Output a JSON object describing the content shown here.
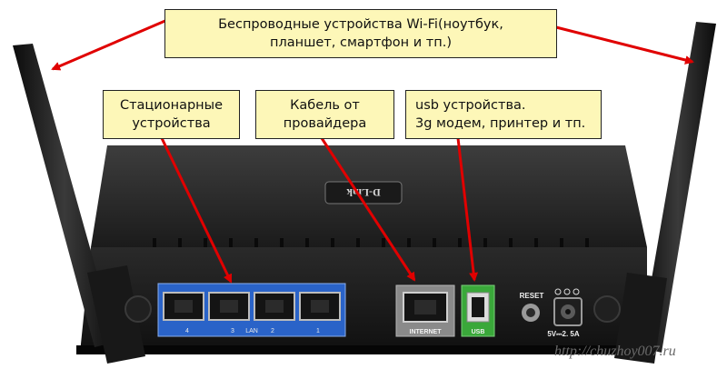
{
  "callouts": {
    "wifi": {
      "line1": "Беспроводные устройства Wi-Fi(ноутбук,",
      "line2": "планшет, смартфон и тп.)"
    },
    "stationary": {
      "line1": "Стационарные",
      "line2": "устройства"
    },
    "cable": {
      "line1": "Кабель от",
      "line2": "провайдера"
    },
    "usb": {
      "line1": "usb устройства.",
      "line2": "3g модем, принтер и тп."
    }
  },
  "router": {
    "logo": "D-Link",
    "lan_ports": [
      "4",
      "3",
      "2",
      "1"
    ],
    "lan_label": "LAN",
    "internet_label": "INTERNET",
    "usb_label": "USB",
    "reset_label": "RESET",
    "power_label": "5V⎓2. 5A"
  },
  "watermark": "http://chuzhoy007.ru",
  "colors": {
    "callout_bg": "#fdf7b8",
    "arrow": "#e00000",
    "lan_panel": "#2a63c8",
    "usb_panel": "#3aa83a"
  }
}
